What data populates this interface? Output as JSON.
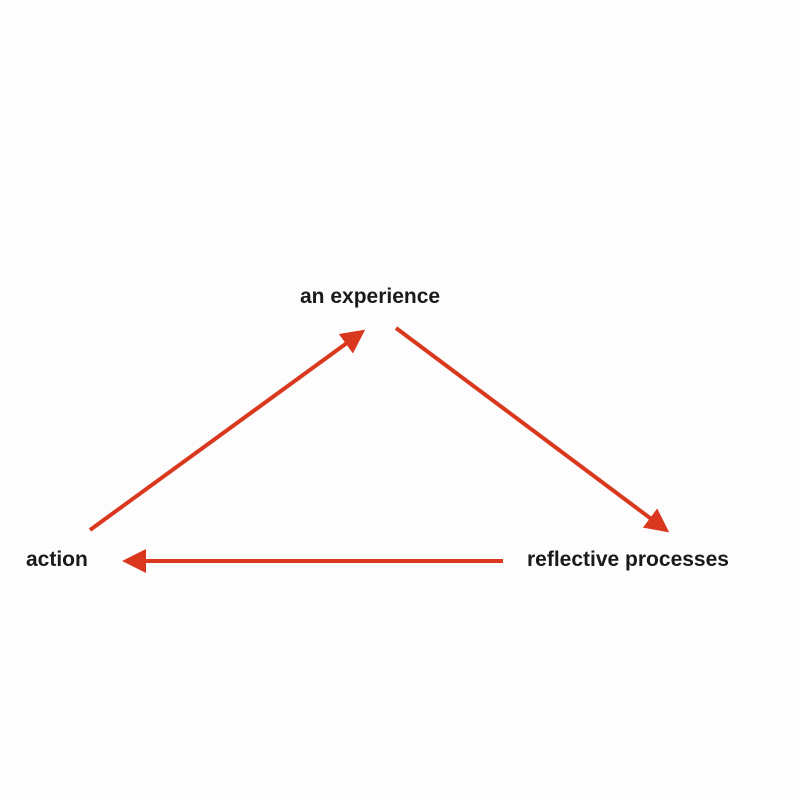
{
  "diagram": {
    "nodes": {
      "experience": "an experience",
      "reflective": "reflective processes",
      "action": "action"
    },
    "edges": [
      {
        "from": "experience",
        "to": "reflective"
      },
      {
        "from": "reflective",
        "to": "action"
      },
      {
        "from": "action",
        "to": "experience"
      }
    ],
    "arrow_color": "#d9381e"
  }
}
